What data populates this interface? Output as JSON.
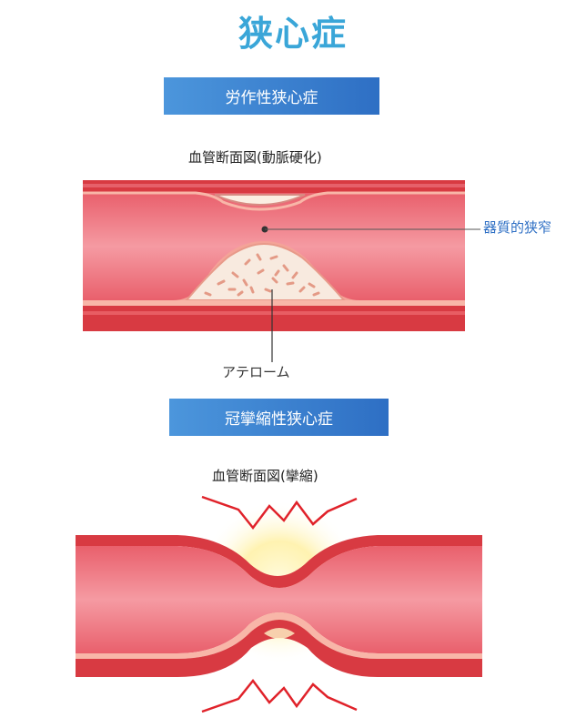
{
  "title": "狭心症",
  "section1": {
    "heading": "労作性狭心症",
    "caption": "血管断面図(動脈硬化)",
    "label_narrowing": "器質的狭窄",
    "label_plaque": "アテローム"
  },
  "section2": {
    "heading": "冠攣縮性狭心症",
    "caption": "血管断面図(攣縮)"
  },
  "colors": {
    "title": "#3aa6d8",
    "heading_bg": "#3a82d0",
    "vessel_wall": "#d83a42",
    "vessel_lumen": "#f07a86",
    "plaque": "#f8e8dc",
    "glow": "#fff3b0"
  }
}
